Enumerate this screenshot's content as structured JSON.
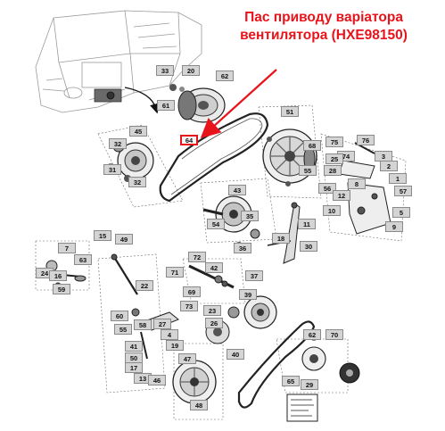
{
  "callout": {
    "line1": "Пас приводу варіатора",
    "line2": "вентилятора (HXE98150)",
    "highlighted_part": "64",
    "color": "#e8141b"
  },
  "tags": [
    "33",
    "20",
    "62",
    "61",
    "64",
    "51",
    "45",
    "32",
    "31",
    "32",
    "68",
    "75",
    "76",
    "3",
    "74",
    "28",
    "2",
    "1",
    "55",
    "56",
    "57",
    "12",
    "10",
    "5",
    "9",
    "43",
    "35",
    "36",
    "11",
    "30",
    "15",
    "49",
    "7",
    "63",
    "24",
    "16",
    "59",
    "72",
    "42",
    "71",
    "37",
    "69",
    "39",
    "73",
    "23",
    "26",
    "60",
    "58",
    "27",
    "55",
    "4",
    "19",
    "70",
    "29",
    "41",
    "40",
    "50",
    "17",
    "13",
    "47",
    "46",
    "48",
    "65",
    "62",
    "54",
    "18",
    "22",
    "25",
    "8"
  ],
  "icons": {
    "tractor_outline": "combine-harvester-icon",
    "arrow": "curved-arrow-icon",
    "red_arrow": "callout-arrow-icon",
    "kit_card": "instruction-card-icon"
  }
}
